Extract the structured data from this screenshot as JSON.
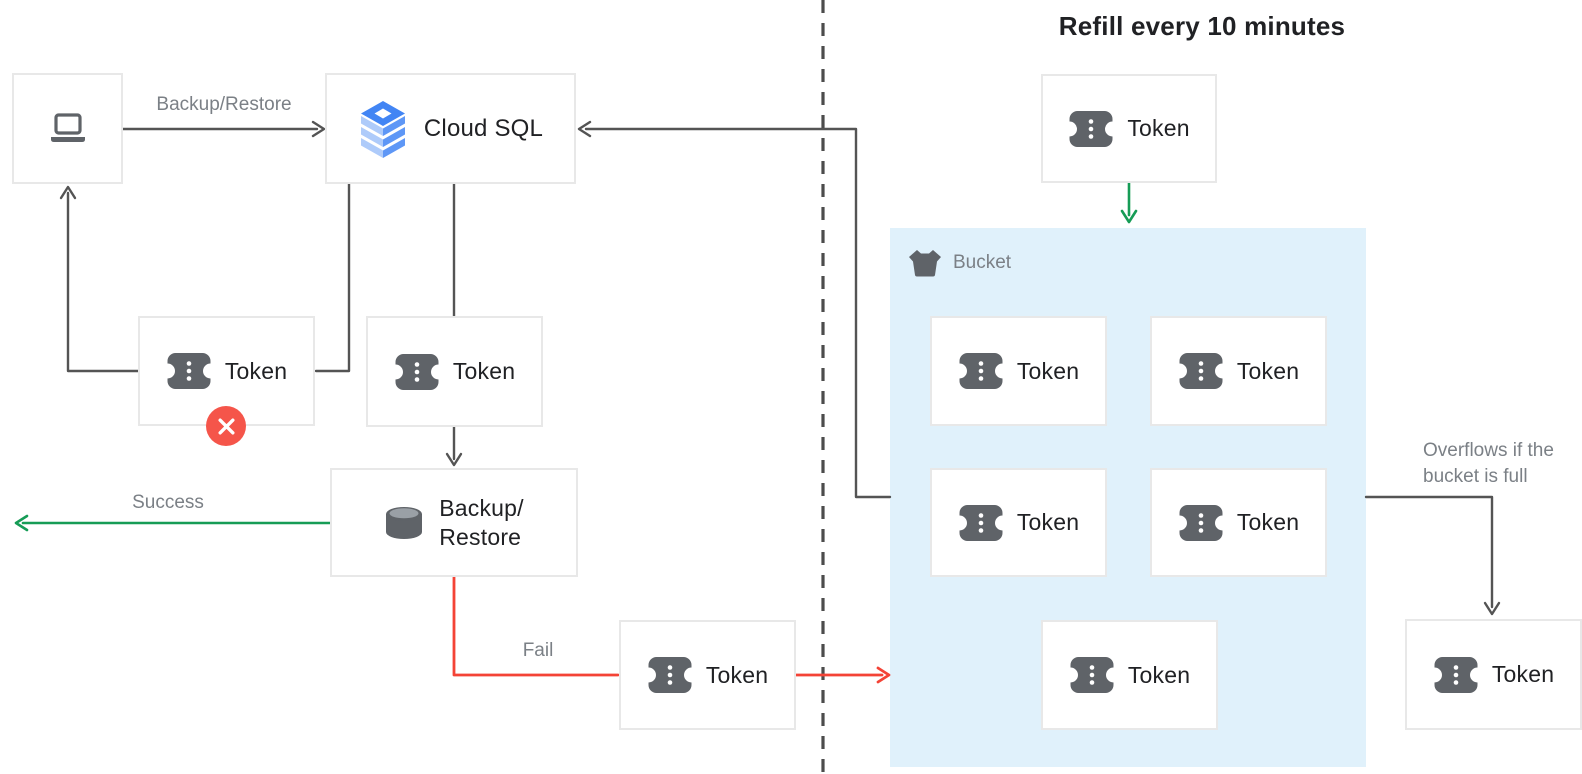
{
  "title": "Refill every 10 minutes",
  "nodes": {
    "cloud_sql": "Cloud SQL",
    "backup_restore": {
      "line1": "Backup/",
      "line2": "Restore"
    },
    "token": "Token",
    "bucket_label": "Bucket"
  },
  "edge_labels": {
    "backup_restore": "Backup/Restore",
    "success": "Success",
    "fail": "Fail",
    "overflow": {
      "line1": "Overflows if the",
      "line2": "bucket is full"
    }
  },
  "token_counts": {
    "in_bucket": 5,
    "refill_source": 1,
    "overflowed": 1,
    "returned_to_client": 1,
    "consumed_by_operation": 1,
    "failed_operation": 1
  },
  "icons": {
    "client": "laptop-icon",
    "cloud_sql": "cloud-sql-icon",
    "backup_restore": "database-icon",
    "token": "token-ticket-icon",
    "bucket": "bucket-icon",
    "error": "error-x-icon"
  },
  "colors": {
    "connector": "#545454",
    "dashed": "#4c4c4c",
    "green": "#169c56",
    "red": "#f44336",
    "badge": "#f5554a",
    "bucket_fill": "#e0f1fb",
    "box_border": "#e8e8e8",
    "text_dark": "#202124",
    "text_gray": "#7b8086",
    "icon_gray": "#5f6368",
    "sql_blue": "#4285f4",
    "sql_blue_mid": "#5e97f6",
    "sql_blue_light": "#aecbfa"
  }
}
